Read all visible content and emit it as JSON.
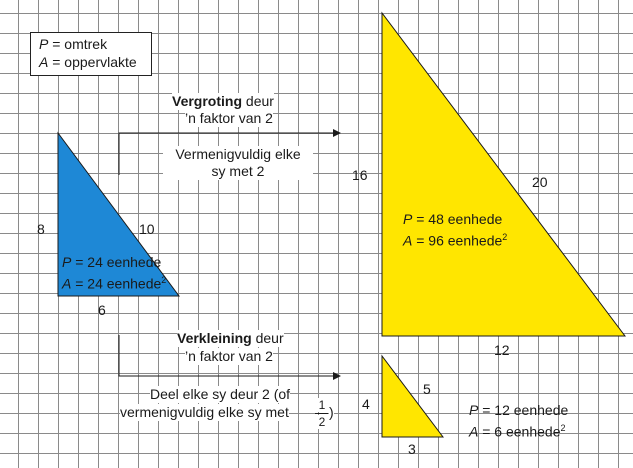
{
  "legend": {
    "p_symbol": "P",
    "p_text": "= omtrek",
    "a_symbol": "A",
    "a_text": "= oppervlakte"
  },
  "enlargement": {
    "title_bold": "Vergroting",
    "title_rest": " deur",
    "line2": "’n faktor van 2",
    "instruction1": "Vermenigvuldig elke",
    "instruction2": "sy met 2"
  },
  "reduction": {
    "title_bold": "Verkleining",
    "title_rest": " deur",
    "line2": "’n faktor van 2",
    "instruction1": "Deel elke sy deur 2 (of",
    "instruction2": "vermenigvuldig elke sy met",
    "frac_num": "1",
    "frac_den": "2",
    "close_paren": ")"
  },
  "triangle_original": {
    "side_vertical": "8",
    "side_hyp": "10",
    "side_base": "6",
    "perimeter_symbol": "P",
    "perimeter": "= 24 eenhede",
    "area_symbol": "A",
    "area": "= 24 eenhede",
    "area_sup": "2",
    "fill": "#1e88d6"
  },
  "triangle_large": {
    "side_vertical": "16",
    "side_hyp": "20",
    "side_base": "12",
    "perimeter_symbol": "P",
    "perimeter": "= 48 eenhede",
    "area_symbol": "A",
    "area": "= 96 eenhede",
    "area_sup": "2",
    "fill": "#ffe600"
  },
  "triangle_small": {
    "side_vertical": "4",
    "side_hyp": "5",
    "side_base": "3",
    "perimeter_symbol": "P",
    "perimeter": "= 12 eenhede",
    "area_symbol": "A",
    "area": "= 6 eenhede",
    "area_sup": "2",
    "fill": "#ffe600"
  }
}
